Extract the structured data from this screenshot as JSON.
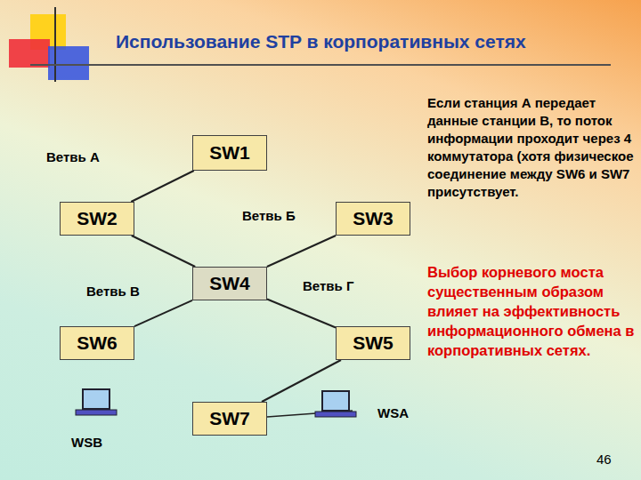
{
  "diagram": {
    "title": "Использование STP в корпоративных сетях",
    "nodes": [
      {
        "text": [
          "SW1"
        ]
      },
      {
        "text": [
          "SW2"
        ]
      },
      {
        "text": [
          "SW3"
        ]
      },
      {
        "text": [
          "SW4"
        ]
      },
      {
        "text": [
          "SW6"
        ]
      },
      {
        "text": [
          "SW5"
        ]
      },
      {
        "text": [
          "SW7"
        ]
      }
    ],
    "edges": [
      {
        "from": 0,
        "to": 1,
        "arrow": "none"
      },
      {
        "from": 1,
        "to": 3,
        "arrow": "none"
      },
      {
        "from": 2,
        "to": 3,
        "arrow": "none"
      },
      {
        "from": 3,
        "to": 4,
        "arrow": "none"
      },
      {
        "from": 3,
        "to": 5,
        "arrow": "none"
      },
      {
        "from": 5,
        "to": 6,
        "arrow": "none"
      }
    ],
    "labels": [
      "Ветвь А",
      "Ветвь Б",
      "Ветвь В",
      "Ветвь Г",
      "WSB",
      "WSA",
      "Если станция А передает данные станции В, то поток информации проходит через 4 коммутатора (хотя физическое соединение между SW6 и SW7 присутствует.",
      "Выбор корневого моста существенным образом влияет на эффективность информационного обмена в корпоративных сетях.",
      "46"
    ]
  }
}
